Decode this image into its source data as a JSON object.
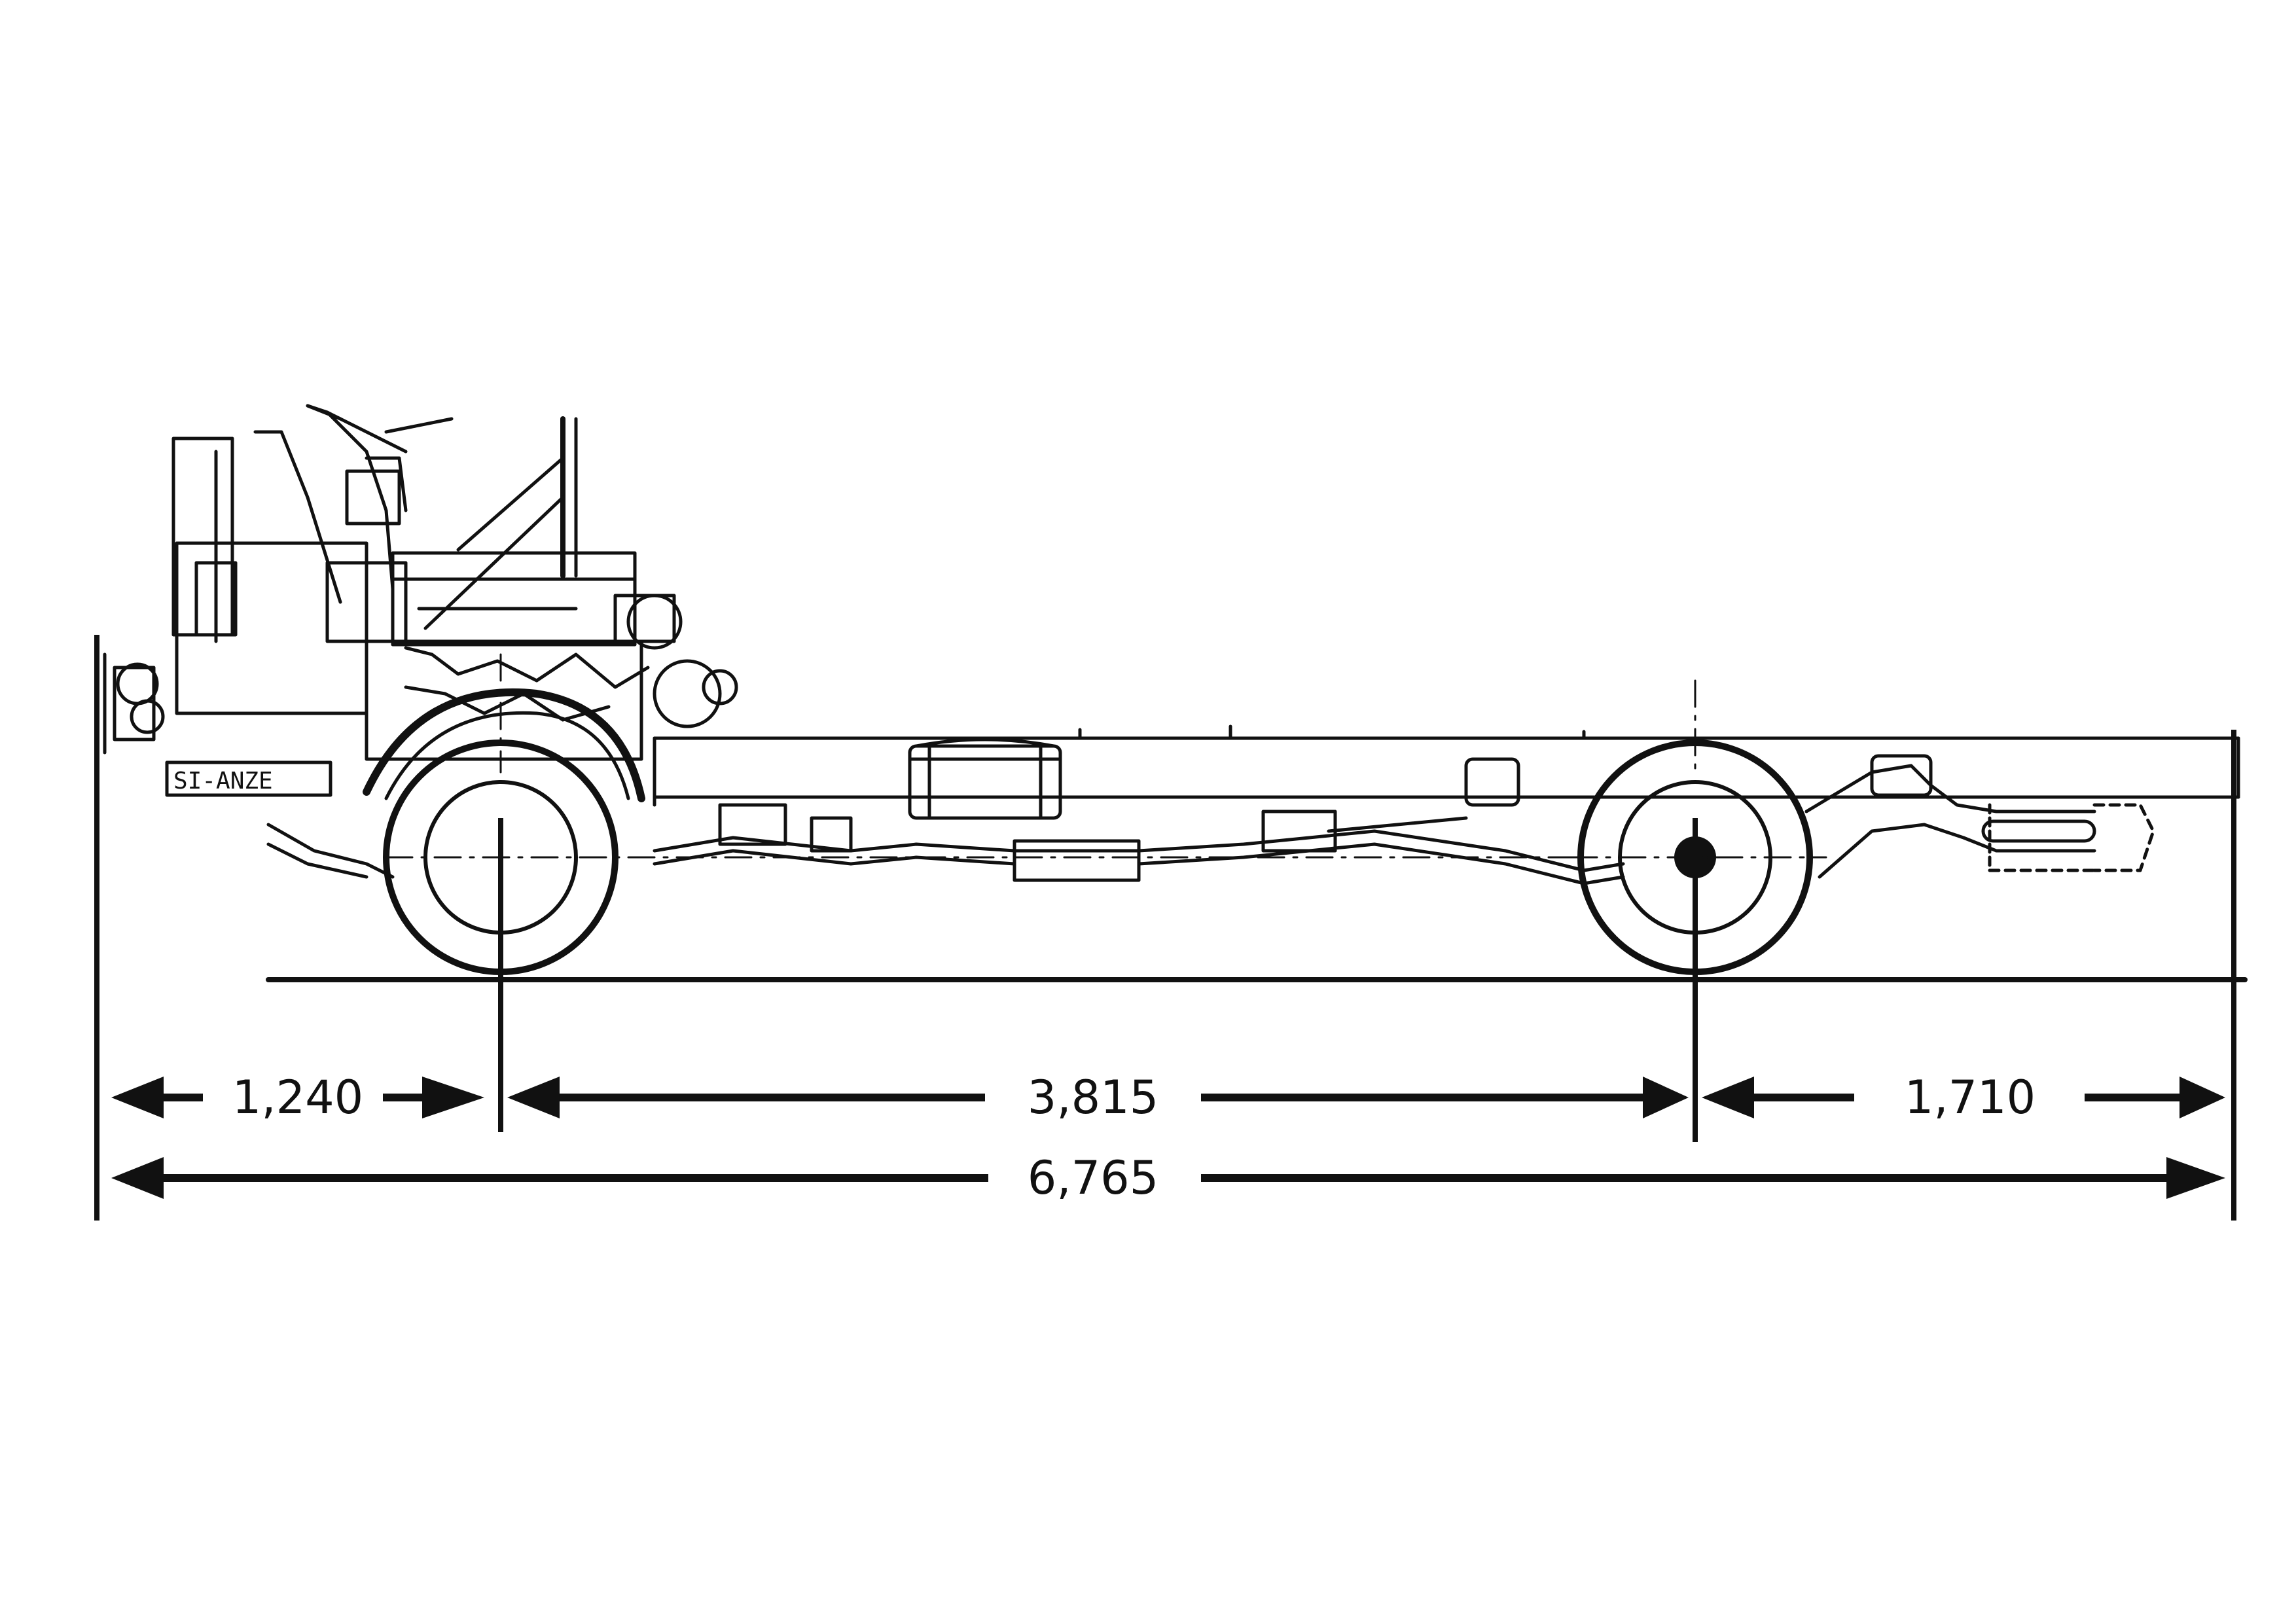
{
  "diagram": {
    "type": "truck-chassis-side-elevation",
    "ink_color": "#111111",
    "background_color": "#ffffff",
    "dimensions": {
      "front_overhang": "1,240",
      "wheelbase": "3,815",
      "rear_overhang": "1,710",
      "overall_length": "6,765"
    }
  }
}
